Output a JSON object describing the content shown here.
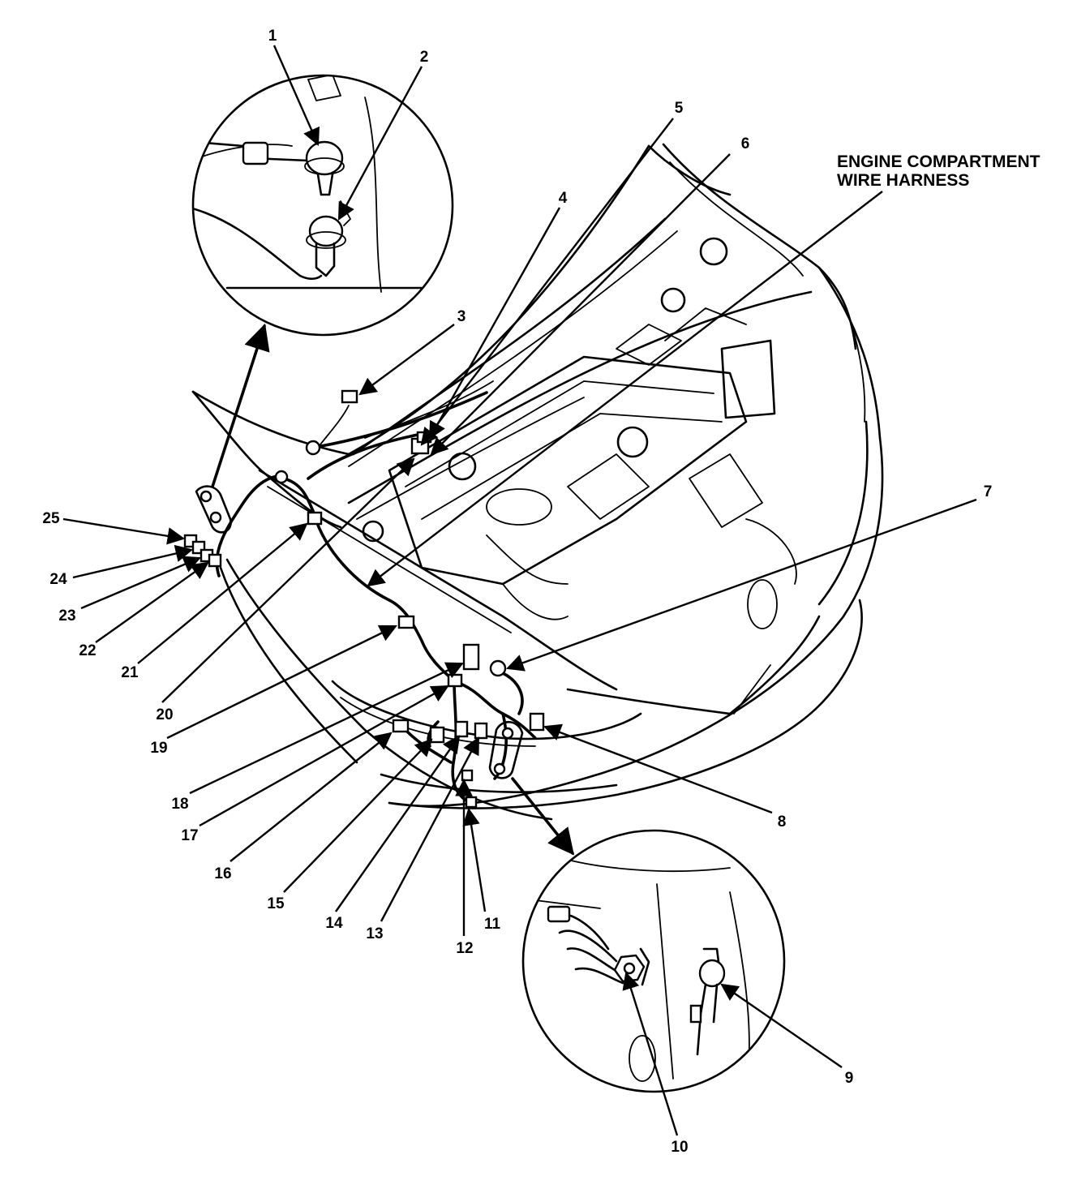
{
  "header": {
    "line1": "ENGINE COMPARTMENT",
    "line2": "WIRE HARNESS"
  },
  "callouts": [
    "1",
    "2",
    "3",
    "4",
    "5",
    "6",
    "7",
    "8",
    "9",
    "10",
    "11",
    "12",
    "13",
    "14",
    "15",
    "16",
    "17",
    "18",
    "19",
    "20",
    "21",
    "22",
    "23",
    "24",
    "25"
  ],
  "details": {
    "upper_left_inset": "ground-terminal-detail",
    "lower_right_inset": "ground-terminal-detail"
  }
}
